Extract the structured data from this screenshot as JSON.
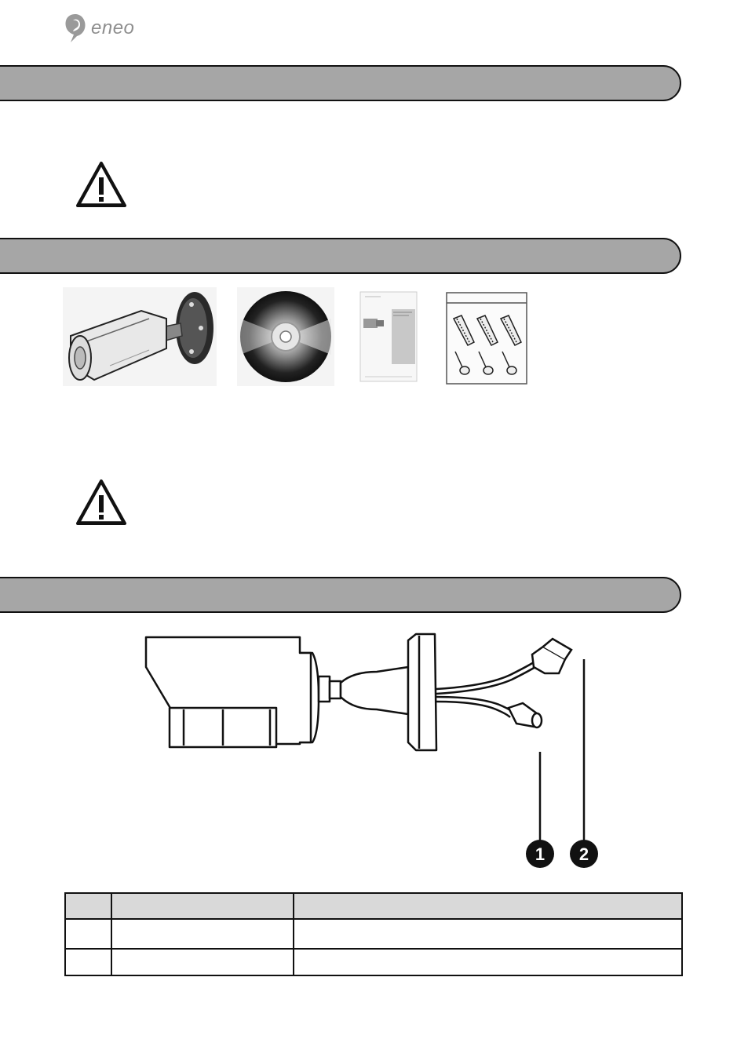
{
  "header": {
    "brand": "eneo",
    "logo_icon": "eneo-logo-icon"
  },
  "sections": [
    {
      "id": "section-1",
      "title": ""
    },
    {
      "id": "section-2",
      "title": ""
    },
    {
      "id": "section-3",
      "title": ""
    }
  ],
  "warnings": [
    {
      "icon": "warning-triangle-icon",
      "text": ""
    },
    {
      "icon": "warning-triangle-icon",
      "text": ""
    }
  ],
  "package_items": [
    {
      "icon": "bullet-camera-icon"
    },
    {
      "icon": "cd-disc-icon"
    },
    {
      "icon": "quick-guide-booklet-icon"
    },
    {
      "icon": "screws-anchors-bag-icon"
    }
  ],
  "diagram": {
    "callouts": [
      "1",
      "2"
    ]
  },
  "parts_table": {
    "headers": [
      "",
      "",
      ""
    ],
    "rows": [
      [
        "",
        "",
        ""
      ],
      [
        "",
        "",
        ""
      ]
    ]
  },
  "colors": {
    "section_bar": "#a6a6a6",
    "table_header": "#d9d9d9",
    "logo_gray": "#8e8e8e"
  }
}
